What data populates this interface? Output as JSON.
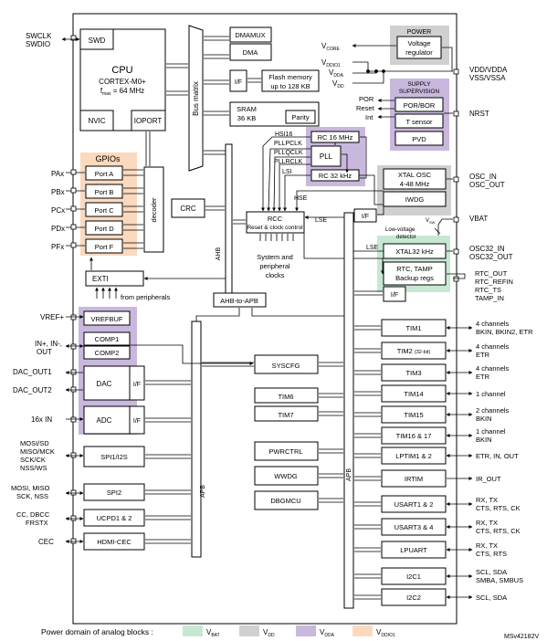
{
  "left_pins": {
    "swclk": "SWCLK",
    "swdio": "SWDIO",
    "pax": "PAx",
    "pbx": "PBx",
    "pcx": "PCx",
    "pdx": "PDx",
    "pfx": "PFx",
    "vref": "VREF+",
    "comp_in1": "IN+, IN-,",
    "comp_in2": "OUT",
    "dac_out1": "DAC_OUT1",
    "dac_out2": "DAC_OUT2",
    "adc_in": "16x IN",
    "spi1_pins": [
      "MOSI/SD",
      "MISO/MCK",
      "SCK/CK",
      "NSS/WS"
    ],
    "spi2_pins": [
      "MOSI, MISO",
      "SCK, NSS"
    ],
    "ucpd_pins": [
      "CC, DBCC",
      "FRSTX"
    ],
    "cec": "CEC"
  },
  "blocks": {
    "swd": "SWD",
    "cpu": "CPU",
    "cpu_core": "CORTEX-M0+",
    "cpu_freq_prefix": "f",
    "cpu_freq_sub": "max",
    "cpu_freq_value": " = 64 MHz",
    "nvic": "NVIC",
    "ioport": "IOPORT",
    "gpios": "GPIOs",
    "ports": [
      "Port A",
      "Port B",
      "Port C",
      "Port D",
      "Port F"
    ],
    "decoder": "decoder",
    "exti": "EXTI",
    "from_peripherals": "from peripherals",
    "bus_matrix": "Bus matrix",
    "dmamux": "DMAMUX",
    "dma": "DMA",
    "if": "I/F",
    "flash_1": "Flash memory",
    "flash_2": "up to 128 KB",
    "sram_1": "SRAM",
    "sram_2": "36 KB",
    "parity": "Parity",
    "crc": "CRC",
    "hsi16": "HSI16",
    "pllpclk": "PLLPCLK",
    "pllqclk": "PLLQCLK",
    "pllrclk": "PLLRCLK",
    "lsi": "LSI",
    "hse": "HSE",
    "lse1": "LSE",
    "lse2": "LSE",
    "rc16": "RC 16 MHz",
    "pll": "PLL",
    "rc32": "RC 32 kHz",
    "rcc_1": "RCC",
    "rcc_2": "Reset & clock control",
    "sysclk_1": "System and",
    "sysclk_2": "peripheral",
    "sysclk_3": "clocks",
    "ahb": "AHB",
    "ahb_to_apb": "AHB-to-APB",
    "apb_left": "APB",
    "apb_right": "APB",
    "vrefbuf": "VREFBUF",
    "comp1": "COMP1",
    "comp2": "COMP2",
    "dac": "DAC",
    "adc": "ADC",
    "spi1": "SPI1/I2S",
    "spi2": "SPI2",
    "ucpd": "UCPD1 & 2",
    "hdmi": "HDMI-CEC",
    "syscfg": "SYSCFG",
    "tim6": "TIM6",
    "tim7": "TIM7",
    "pwrctrl": "PWRCTRL",
    "wwdg": "WWDG",
    "dbgmcu": "DBGMCU",
    "power": "POWER",
    "vreg_1": "Voltage",
    "vreg_2": "regulator",
    "vcore": "V",
    "vcore_sub": "CORE",
    "vddio1": "V",
    "vddio1_sub": "DDIO1",
    "vdda": "V",
    "vdda_sub": "DDA",
    "vdd": "V",
    "vdd_sub": "DD",
    "supply_1": "SUPPLY",
    "supply_2": "SUPERVISION",
    "por_label": "POR",
    "reset_label": "Reset",
    "int_label": "Int",
    "porbor": "POR/BOR",
    "tsensor": "T sensor",
    "pvd": "PVD",
    "xtalosc_1": "XTAL OSC",
    "xtalosc_2": "4-48 MHz",
    "iwdg": "IWDG",
    "vsw": "V",
    "vsw_sub": "SW",
    "lvd": "Low-voltage",
    "lvd_2": "detector",
    "xtal32": "XTAL32 kHz",
    "rtc_1": "RTC, TAMP",
    "rtc_2": "Backup regs",
    "tim1": "TIM1",
    "tim2": "TIM2",
    "tim2_note": "(32-bit)",
    "tim3": "TIM3",
    "tim14": "TIM14",
    "tim15": "TIM15",
    "tim16": "TIM16 & 17",
    "lptim": "LPTIM1 & 2",
    "irtim": "IRTIM",
    "usart12": "USART1 & 2",
    "usart34": "USART3 & 4",
    "lpuart": "LPUART",
    "i2c1": "I2C1",
    "i2c2": "I2C2",
    "footnote": "MSv42182V"
  },
  "right_pins": {
    "vdd_vdda": "VDD/VDDA",
    "vss_vssa": "VSS/VSSA",
    "nrst": "NRST",
    "osc_in": "OSC_IN",
    "osc_out": "OSC_OUT",
    "vbat": "VBAT",
    "osc32_in": "OSC32_IN",
    "osc32_out": "OSC32_OUT",
    "rtc_pins": [
      "RTC_OUT",
      "RTC_REFIN",
      "RTC_TS",
      "TAMP_IN"
    ],
    "tim1_1": "4 channels",
    "tim1_2": "BKIN, BKIN2, ETR",
    "tim2_1": "4 channels",
    "tim2_2": "ETR",
    "tim3_1": "4 channels",
    "tim3_2": "ETR",
    "tim14_1": "1 channel",
    "tim15_1": "2 channels",
    "tim15_2": "BKIN",
    "tim16_1": "1 channel",
    "tim16_2": "BKIN",
    "lptim_1": "ETR, IN, OUT",
    "irtim_1": "IR_OUT",
    "usart12_1": "RX, TX",
    "usart12_2": "CTS, RTS, CK",
    "usart34_1": "RX, TX",
    "usart34_2": "CTS, RTS, CK",
    "lpuart_1": "RX, TX",
    "lpuart_2": "CTS, RTS",
    "i2c1_1": "SCL, SDA",
    "i2c1_2": "SMBA, SMBUS",
    "i2c2_1": "SCL, SDA"
  },
  "legend": {
    "title": "Power domain of analog blocks :",
    "items": [
      {
        "label": "V",
        "sub": "BAT",
        "color": "#c6e8d2"
      },
      {
        "label": "V",
        "sub": "DD",
        "color": "#d0d0d0"
      },
      {
        "label": "V",
        "sub": "DDA",
        "color": "#c9b8dd"
      },
      {
        "label": "V",
        "sub": "DDIO1",
        "color": "#fbd9bf"
      }
    ]
  },
  "colors": {
    "vbat": "#c6e8d2",
    "vdd": "#d0d0d0",
    "vdda": "#c9b8dd",
    "vddio1": "#fbd9bf"
  }
}
